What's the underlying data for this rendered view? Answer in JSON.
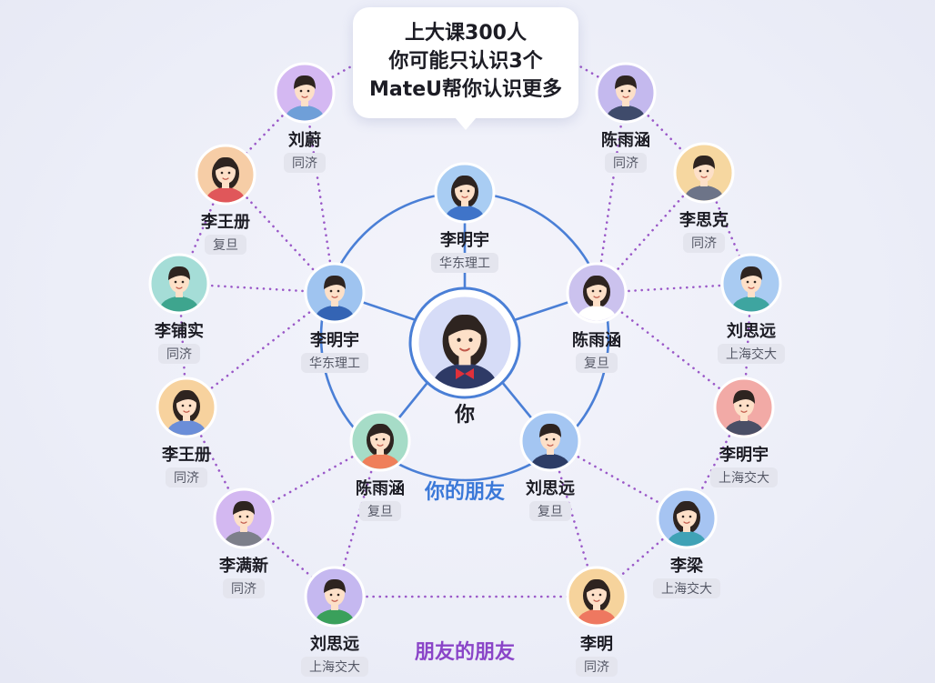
{
  "bubble": {
    "lines": [
      "上大课300人",
      "你可能只认识3个",
      "MateU帮你认识更多"
    ]
  },
  "center": {
    "label": "你"
  },
  "labels": {
    "friends": "你的朋友",
    "friends_of_friends": "朋友的朋友"
  },
  "colors": {
    "solid_line": "#4a7fd6",
    "dotted_line": "#9a58c8",
    "friends_label": "#3a78d8",
    "fof_label": "#8a45c8",
    "tag_bg": "#e4e5ee",
    "tag_text": "#555866"
  },
  "friends": [
    {
      "id": "f1",
      "name": "李明宇",
      "school": "华东理工",
      "avatar_bg": "#a9cdf3",
      "shirt": "#3f74c9",
      "hair": "long"
    },
    {
      "id": "f2",
      "name": "李明宇",
      "school": "华东理工",
      "avatar_bg": "#9fc4f0",
      "shirt": "#3464b4",
      "hair": "short"
    },
    {
      "id": "f3",
      "name": "陈雨涵",
      "school": "复旦",
      "avatar_bg": "#cbc2ee",
      "shirt": "#ffffff",
      "hair": "long"
    },
    {
      "id": "f4",
      "name": "陈雨涵",
      "school": "复旦",
      "avatar_bg": "#a6dcc7",
      "shirt": "#ef7f5a",
      "hair": "long"
    },
    {
      "id": "f5",
      "name": "刘思远",
      "school": "复旦",
      "avatar_bg": "#a4c6f2",
      "shirt": "#2d3d66",
      "hair": "short"
    }
  ],
  "friends_of_friends": [
    {
      "id": "o1",
      "name": "刘蔚",
      "school": "同济",
      "avatar_bg": "#d4b8f2",
      "shirt": "#6f9fd8",
      "hair": "short"
    },
    {
      "id": "o2",
      "name": "陈雨涵",
      "school": "同济",
      "avatar_bg": "#c4b9ee",
      "shirt": "#3f4b6b",
      "hair": "short"
    },
    {
      "id": "o3",
      "name": "李王册",
      "school": "复旦",
      "avatar_bg": "#f6cda6",
      "shirt": "#e0575a",
      "hair": "long"
    },
    {
      "id": "o4",
      "name": "李思克",
      "school": "同济",
      "avatar_bg": "#f6d7a0",
      "shirt": "#6d7488",
      "hair": "short"
    },
    {
      "id": "o5",
      "name": "李铺实",
      "school": "同济",
      "avatar_bg": "#a5ddd7",
      "shirt": "#3ea58e",
      "hair": "short"
    },
    {
      "id": "o6",
      "name": "刘思远",
      "school": "上海交大",
      "avatar_bg": "#a9cbf2",
      "shirt": "#3ea5a0",
      "hair": "short"
    },
    {
      "id": "o7",
      "name": "李王册",
      "school": "同济",
      "avatar_bg": "#f7d29e",
      "shirt": "#6b8ed8",
      "hair": "long"
    },
    {
      "id": "o8",
      "name": "李明宇",
      "school": "上海交大",
      "avatar_bg": "#f2aaa6",
      "shirt": "#4a4f66",
      "hair": "short"
    },
    {
      "id": "o9",
      "name": "李满新",
      "school": "同济",
      "avatar_bg": "#d3b8f1",
      "shirt": "#7d7f8a",
      "hair": "short"
    },
    {
      "id": "o10",
      "name": "李梁",
      "school": "上海交大",
      "avatar_bg": "#a6c4f2",
      "shirt": "#3fa2b6",
      "hair": "long"
    },
    {
      "id": "o11",
      "name": "刘思远",
      "school": "上海交大",
      "avatar_bg": "#c5b8f0",
      "shirt": "#3aa05b",
      "hair": "short"
    },
    {
      "id": "o12",
      "name": "李明",
      "school": "同济",
      "avatar_bg": "#f6d39c",
      "shirt": "#ee7860",
      "hair": "long"
    }
  ],
  "connections": [
    [
      "f2",
      "o1"
    ],
    [
      "f2",
      "o3"
    ],
    [
      "f2",
      "o5"
    ],
    [
      "f2",
      "o7"
    ],
    [
      "o1",
      "o3"
    ],
    [
      "o3",
      "o5"
    ],
    [
      "o5",
      "o7"
    ],
    [
      "o7",
      "o9"
    ],
    [
      "o9",
      "o11"
    ],
    [
      "f3",
      "o2"
    ],
    [
      "f3",
      "o4"
    ],
    [
      "f3",
      "o6"
    ],
    [
      "f3",
      "o8"
    ],
    [
      "o2",
      "o4"
    ],
    [
      "o4",
      "o6"
    ],
    [
      "o6",
      "o8"
    ],
    [
      "o8",
      "o10"
    ],
    [
      "o10",
      "o12"
    ],
    [
      "f4",
      "o9"
    ],
    [
      "f4",
      "o11"
    ],
    [
      "f5",
      "o10"
    ],
    [
      "f5",
      "o12"
    ],
    [
      "o11",
      "o12"
    ]
  ]
}
